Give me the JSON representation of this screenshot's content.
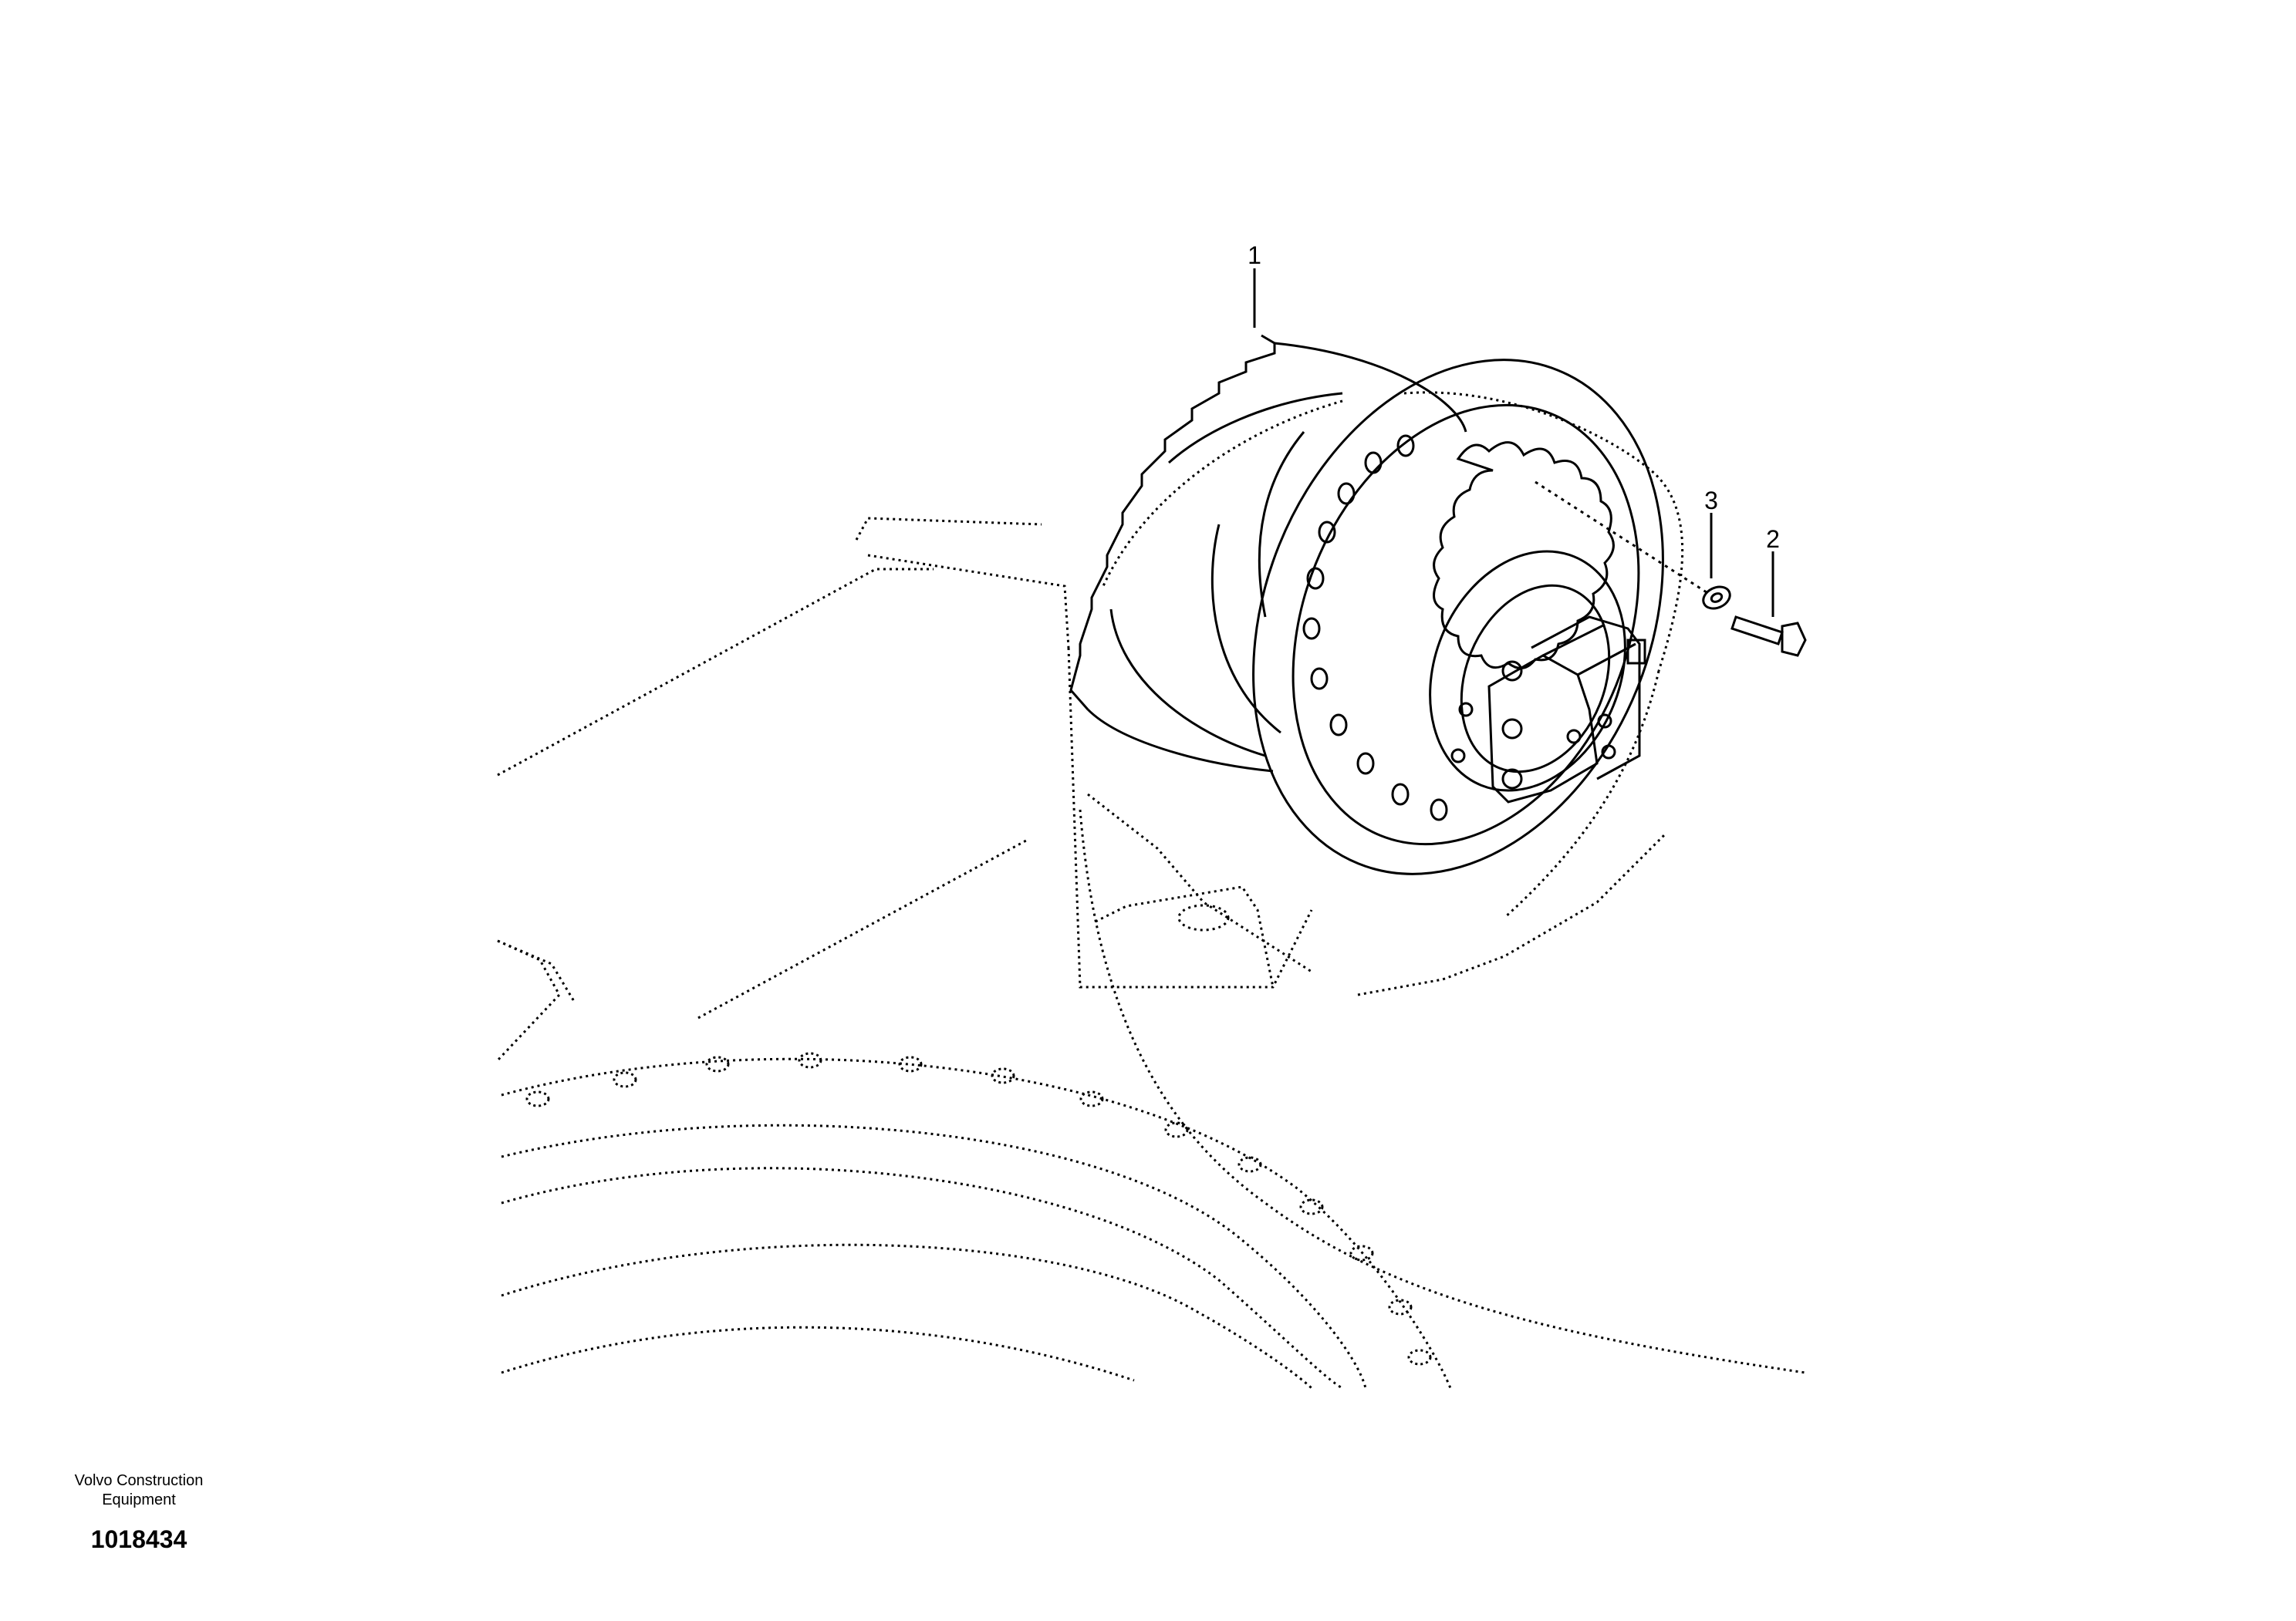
{
  "callouts": [
    {
      "id": "1"
    },
    {
      "id": "2"
    },
    {
      "id": "3"
    }
  ],
  "footer": {
    "maker_line1": "Volvo Construction",
    "maker_line2": "Equipment",
    "drawing_number": "1018434"
  },
  "colors": {
    "line": "#000000",
    "background": "#ffffff"
  }
}
